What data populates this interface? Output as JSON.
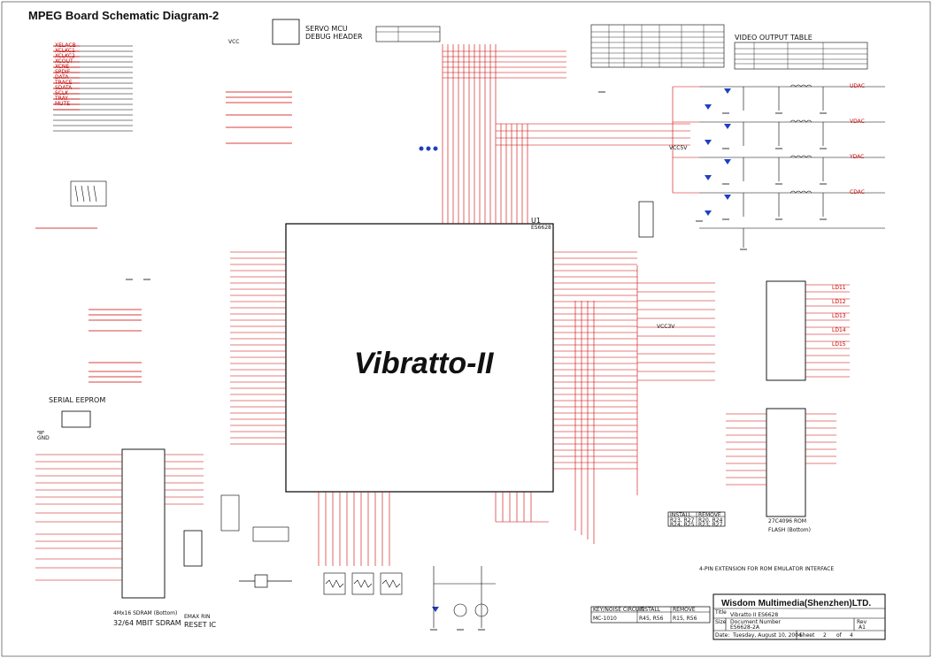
{
  "title": {
    "main": "MPEG Board Schematic Diagram-2"
  },
  "chip": {
    "name": "Vibratto-II",
    "ref": "U1",
    "part": "ES6628"
  },
  "sections": {
    "servo_header": "SERVO MCU\nDEBUG HEADER",
    "serial_eeprom": "SERIAL EEPROM",
    "reset_ic": "RESET IC",
    "reset_ic_2": "EMAX RIN",
    "sdram": "32/64 MBIT SDRAM",
    "sdram_part": "4Mx16 SDRAM (Bottom)",
    "video_output_table": "VIDEO OUTPUT TABLE",
    "rom_extension": "4-PIN EXTENSION FOR ROM EMULATOR INTERFACE",
    "rom_part": "27C4096 ROM",
    "rom_part_2": "FLASH (Bottom)"
  },
  "title_block": {
    "company": "Wisdom Multimedia(Shenzhen)LTD.",
    "title_label": "Title",
    "title_value": "Vibratto II ES6628",
    "size_label": "Size",
    "document_label": "Document Number",
    "document_value": "ES6628-2A",
    "rev_label": "Rev",
    "rev_value": "A1",
    "date_label": "Date:",
    "date_value": "Tuesday, August 10, 2004",
    "sheet_label": "Sheet",
    "sheet_value": "2",
    "of_label": "of",
    "of_value": "4"
  },
  "install_table": {
    "headers": [
      "INSTALL",
      "REMOVE"
    ],
    "rows": [
      [
        "R23, R27",
        "R20, R24"
      ],
      [
        "R24, R25",
        "R23, R27"
      ]
    ]
  },
  "bottom_table": {
    "headers": [
      "KEY/NOISE CIRCUIT",
      "INSTALL",
      "REMOVE"
    ],
    "rows": [
      [
        "MC-1010",
        "R45, R56",
        "R15, R56"
      ]
    ]
  },
  "labels_left": [
    "XELACB",
    "XCLKC1",
    "XCLKC2",
    "XCOUT",
    "XCNE",
    "SPDIF",
    "DATA",
    "TRACE",
    "SDATA",
    "SCLK",
    "TRAY",
    "MUTE"
  ],
  "labels_right": [
    "UDAC",
    "VDAC",
    "YDAC",
    "CDAC",
    "LD11",
    "LD12",
    "LD13",
    "LD14",
    "LD15"
  ],
  "pin_signals": [
    "VCC",
    "GND",
    "VCC3V",
    "VCC5V"
  ]
}
